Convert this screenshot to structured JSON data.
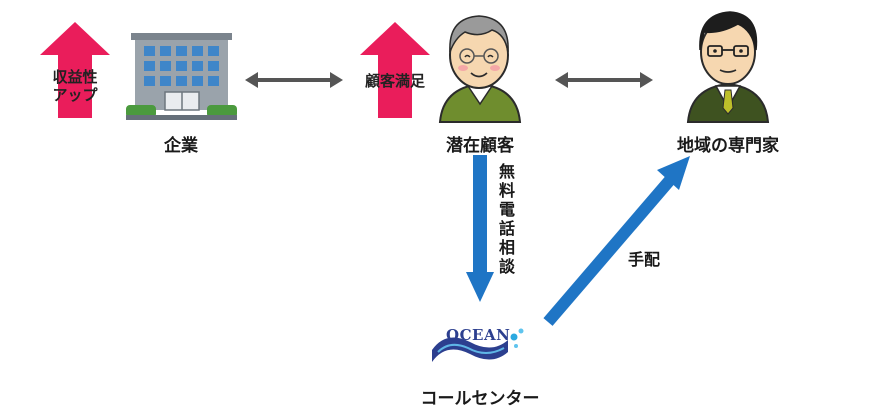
{
  "nodes": {
    "company": {
      "label": "企業",
      "benefit": [
        "収益性",
        "アップ"
      ]
    },
    "customer": {
      "label": "潜在顧客",
      "benefit": "顧客満足"
    },
    "expert": {
      "label": "地域の専門家"
    },
    "call_center": {
      "label": "コールセンター",
      "logo_text": "OCEAN"
    }
  },
  "edges": {
    "customer_to_callcenter": {
      "label": "無料電話相談"
    },
    "callcenter_to_expert": {
      "label": "手配"
    }
  },
  "colors": {
    "up_arrow": "#ea1d5b",
    "flow_arrow": "#1f75c5",
    "link_arrow": "#555555",
    "building_glass": "#3f86c9",
    "jacket_customer": "#6f8d2e",
    "suit_expert": "#3e5220"
  }
}
